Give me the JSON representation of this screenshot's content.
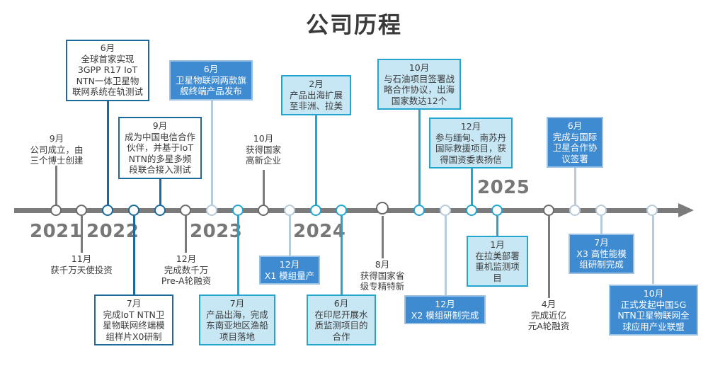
{
  "title": "公司历程",
  "years": [
    "2021",
    "2022",
    "2023",
    "2024",
    "2025"
  ],
  "colors": {
    "axis": "#7b7b7b",
    "dark_blue": "#1b6a9c",
    "cyan": "#22a5cf",
    "cyan_fill": "#c8e7f4",
    "medium_blue_fill": "#3f8bd2",
    "pale": "#b6cbdc"
  },
  "events": [
    {
      "month": "9月",
      "text": "公司成立，由三个博士创建",
      "lines": [
        "公司成立，由",
        "三个博士创建"
      ]
    },
    {
      "month": "11月",
      "text": "获千万天使投资",
      "lines": [
        "获千万天使投资"
      ]
    },
    {
      "month": "6月",
      "text": "全球首家实现3GPP R17 IoT NTN一体卫星物联网系统在轨测试",
      "lines": [
        "全球首家实现",
        "3GPP R17 IoT",
        "NTN一体卫星物",
        "联网系统在轨测试"
      ]
    },
    {
      "month": "7月",
      "text": "完成IoT NTN卫星物联网终端模组样片X0研制",
      "lines": [
        "完成IoT NTN卫",
        "星物联网终端模",
        "组样片X0研制"
      ]
    },
    {
      "month": "9月",
      "text": "成为中国电信合作伙伴，并基于IoT NTN的多星多频段联合接入测试",
      "lines": [
        "成为中国电信合作",
        "伙伴，并基于IoT",
        "NTN的多星多频",
        "段联合接入测试"
      ]
    },
    {
      "month": "12月",
      "text": "完成数千万Pre-A轮融资",
      "lines": [
        "完成数千万",
        "Pre-A轮融资"
      ]
    },
    {
      "month": "6月",
      "text": "卫星物联网两款旗舰终端产品发布",
      "lines": [
        "卫星物联网两款旗",
        "舰终端产品发布"
      ]
    },
    {
      "month": "7月",
      "text": "产品出海，完成东南亚地区渔船项目落地",
      "lines": [
        "产品出海，完成",
        "东南亚地区渔船",
        "项目落地"
      ]
    },
    {
      "month": "10月",
      "text": "获得国家高新企业",
      "lines": [
        "获得国家",
        "高新企业"
      ]
    },
    {
      "month": "12月",
      "text": "X1 模组量产",
      "lines": [
        "X1 模组量产"
      ]
    },
    {
      "month": "2月",
      "text": "产品出海扩展至非洲、拉美",
      "lines": [
        "产品出海扩展",
        "至非洲、拉美"
      ]
    },
    {
      "month": "6月",
      "text": "在印尼开展水质监测项目的合作",
      "lines": [
        "在印尼开展水",
        "质监测项目的",
        "合作"
      ]
    },
    {
      "month": "8月",
      "text": "获得国家省级专精特新",
      "lines": [
        "获得国家省",
        "级专精特新"
      ]
    },
    {
      "month": "10月",
      "text": "与石油项目签署战略合作协议，出海国家数达12个",
      "lines": [
        "与石油项目签署战",
        "略合作协议，出海",
        "国家数达12个"
      ]
    },
    {
      "month": "12月",
      "text": "X2 模组研制完成",
      "lines": [
        "X2 模组研制完成"
      ]
    },
    {
      "month": "12月",
      "text": "参与缅甸、南苏丹国际救援项目，获得国资委表扬信",
      "lines": [
        "参与缅甸、南苏丹",
        "国际救援项目，获",
        "得国资委表扬信"
      ]
    },
    {
      "month": "1月",
      "text": "在拉美部署重机监测项目",
      "lines": [
        "在拉美部署",
        "重机监测项",
        "目"
      ]
    },
    {
      "month": "4月",
      "text": "完成近亿元A轮融资",
      "lines": [
        "完成近亿",
        "元A轮融资"
      ]
    },
    {
      "month": "6月",
      "text": "完成与国际卫星合作协议签署",
      "lines": [
        "完成与国际",
        "卫星合作协",
        "议签署"
      ]
    },
    {
      "month": "7月",
      "text": "X3 高性能模组研制完成",
      "lines": [
        "X3 高性能模",
        "组研制完成"
      ]
    },
    {
      "month": "10月",
      "text": "正式发起中国5G NTN卫星物联网全球应用产业联盟",
      "lines": [
        "正式发起中国5G",
        "NTN卫星物联网全",
        "球应用产业联盟"
      ]
    }
  ]
}
